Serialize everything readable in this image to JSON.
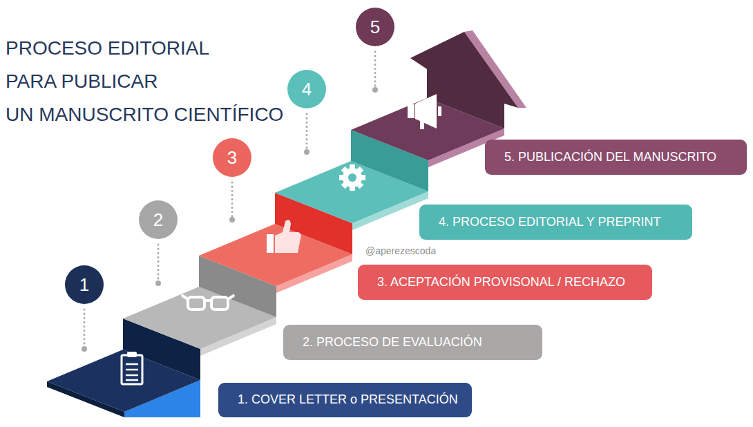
{
  "diagram": {
    "title": "PROCESO EDITORIAL PARA PUBLICAR UN MANUSCRITO CIENTÍFICO",
    "nodes": [
      {
        "text": [
          "1"
        ]
      },
      {
        "text": [
          "2"
        ]
      },
      {
        "text": [
          "3"
        ]
      },
      {
        "text": [
          "4"
        ]
      },
      {
        "text": [
          "5"
        ]
      },
      {
        "text": [
          "1. COVER LETTER o PRESENTACIÓN"
        ]
      },
      {
        "text": [
          "2. PROCESO DE EVALUACIÓN"
        ]
      },
      {
        "text": [
          "3. ACEPTACIÓN PROVISONAL / RECHAZO"
        ]
      },
      {
        "text": [
          "4. PROCESO EDITORIAL Y PREPRINT"
        ]
      },
      {
        "text": [
          "5. PUBLICACIÓN DEL MANUSCRITO"
        ]
      }
    ],
    "labels": [
      "@aperezescoda"
    ]
  }
}
